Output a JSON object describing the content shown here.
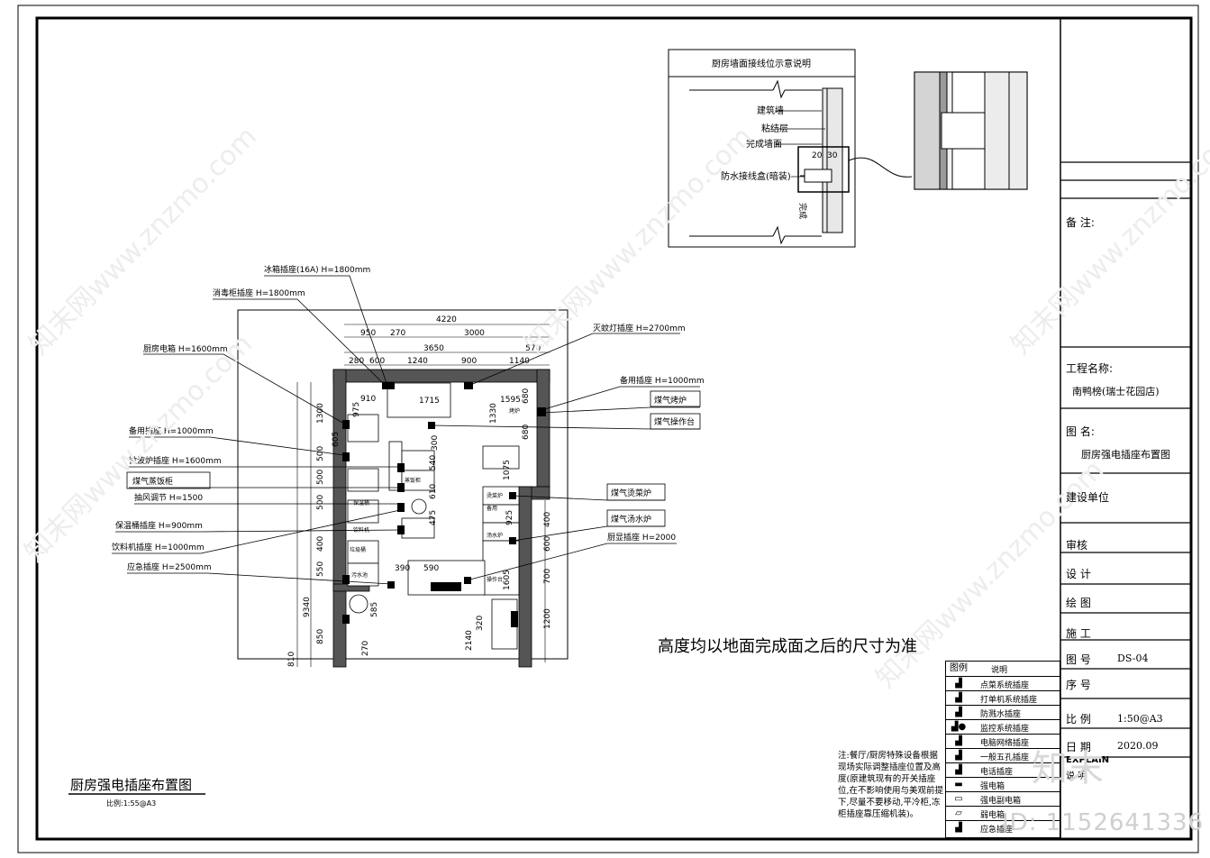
{
  "watermark": {
    "text": "知末网www.znzmo.com",
    "brand": "知末",
    "id_text": "ID: 1152641336"
  },
  "detail": {
    "title": "厨房墙面接线位示意说明",
    "labels": [
      "建筑墙",
      "粘结层",
      "完成墙面",
      "防水接线盒(暗装)"
    ],
    "dims": [
      "20",
      "30",
      "完成"
    ]
  },
  "plan": {
    "callouts_left": [
      "冰箱插座(16A) H=1800mm",
      "消毒柜插座 H=1800mm",
      "厨房电箱 H=1600mm",
      "备用插座 H=1000mm",
      "微波炉插座 H=1600mm",
      "煤气蒸饭柜",
      "抽风调节 H=1500",
      "保温桶插座 H=900mm",
      "饮料机插座 H=1000mm",
      "应急插座 H=2500mm"
    ],
    "callouts_right": [
      "灭蚊灯插座 H=2700mm",
      "备用插座 H=1000mm",
      "煤气烤炉",
      "煤气操作台",
      "煤气烫菜炉",
      "煤气汤水炉",
      "厨显插座 H=2000"
    ],
    "dims_top": [
      "4220",
      "950",
      "270",
      "3000",
      "3650",
      "570",
      "280",
      "600",
      "1240",
      "900",
      "1140"
    ],
    "dims_left": [
      "1300",
      "605",
      "500",
      "500",
      "500",
      "400",
      "550",
      "9340",
      "850",
      "810"
    ],
    "dims_inner": [
      "910",
      "1715",
      "1595",
      "975",
      "1330",
      "680",
      "680",
      "300",
      "540",
      "1075",
      "610",
      "475",
      "925",
      "390",
      "590",
      "1605",
      "585",
      "270",
      "2140",
      "320"
    ],
    "dims_right": [
      "400",
      "600",
      "700",
      "1200"
    ],
    "room_labels": [
      "污水池",
      "蒸饭柜",
      "保温桶",
      "饮料机",
      "垃圾桶",
      "备用",
      "汤水炉",
      "烫菜炉",
      "操作台",
      "烤炉"
    ]
  },
  "main_note": "高度均以地面完成面之后的尺寸为准",
  "drawing_title": "厨房强电插座布置图",
  "drawing_scale": "比例:1:55@A3",
  "note": "注:餐厅/厨房特殊设备根据现场实际调整插座位置及高度(原建筑现有的开关插座位,在不影响使用与美观前提下,尽量不要移动,平冷柜,冻柜插座靠压缩机装)。",
  "legend": {
    "header_symbol": "图例",
    "header_desc": "说明",
    "items": [
      {
        "icon": "socket-icon",
        "desc": "点菜系统插座"
      },
      {
        "icon": "socket-icon",
        "desc": "打单机系统插座"
      },
      {
        "icon": "socket-icon",
        "desc": "防溅水插座"
      },
      {
        "icon": "monitor-socket-icon",
        "desc": "监控系统插座"
      },
      {
        "icon": "socket-icon",
        "desc": "电脑网络插座"
      },
      {
        "icon": "socket-icon",
        "desc": "一般五孔插座"
      },
      {
        "icon": "socket-icon",
        "desc": "电话插座"
      },
      {
        "icon": "panel-icon",
        "desc": "强电箱"
      },
      {
        "icon": "panel-icon",
        "desc": "强电副电箱"
      },
      {
        "icon": "panel-icon",
        "desc": "弱电箱"
      },
      {
        "icon": "socket-icon",
        "desc": "应急插座"
      }
    ]
  },
  "title_block": {
    "remarks_label": "备 注:",
    "project_label": "工程名称:",
    "project_value": "南鸭榜(瑞士花园店)",
    "drawing_label": "图    名:",
    "drawing_value": "厨房强电插座布置图",
    "client_label": "建设单位",
    "review_label": "审核",
    "design_label": "设 计",
    "draw_label": "绘 图",
    "construct_label": "施 工",
    "number_label": "图 号",
    "number_value": "DS-04",
    "seq_label": "序 号",
    "scale_label": "比 例",
    "scale_value": "1:50@A3",
    "date_label": "日 期",
    "date_value": "2020.09",
    "explain_label": "EXPLAIN",
    "explain_sub": "说 明"
  }
}
